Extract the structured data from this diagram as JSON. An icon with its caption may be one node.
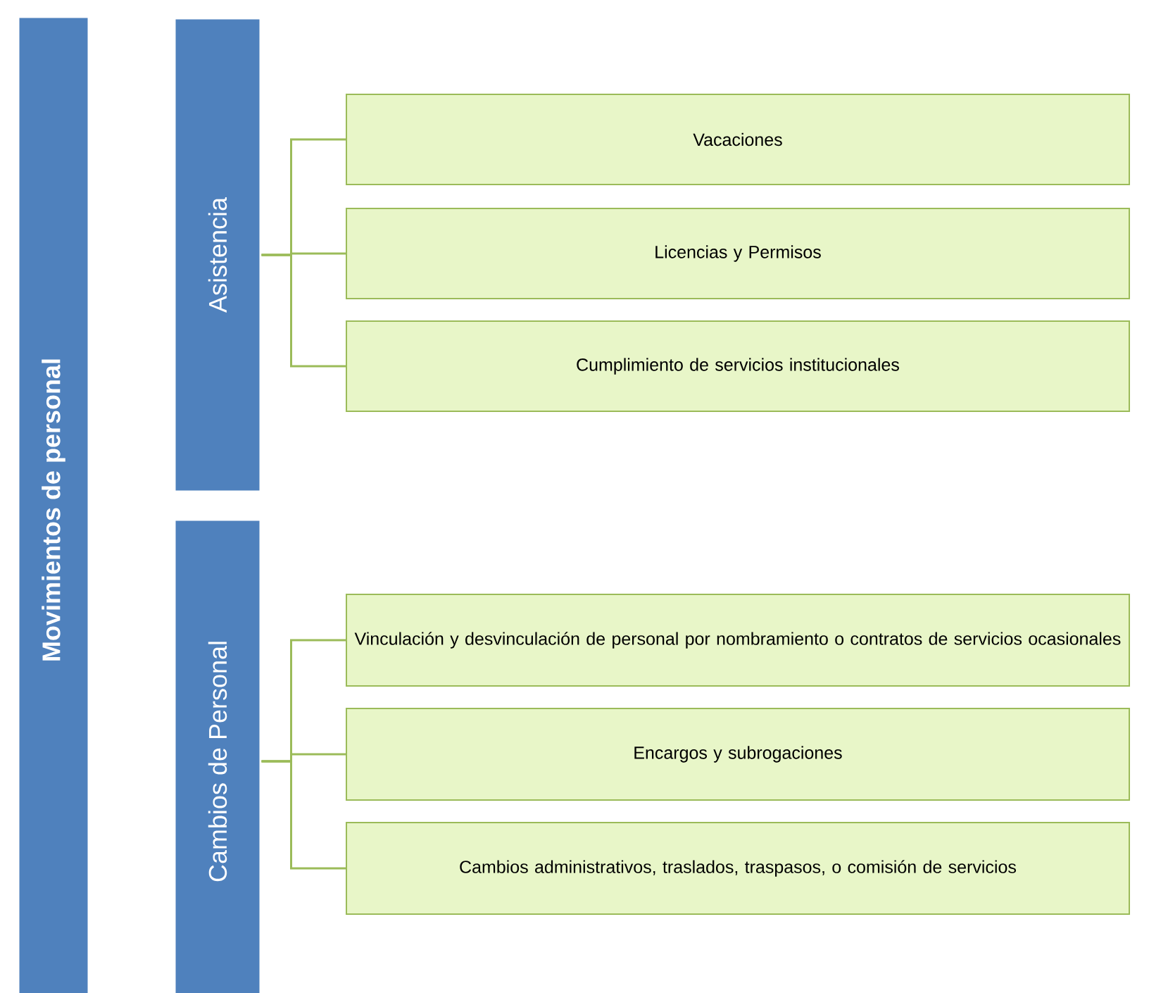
{
  "diagram": {
    "nodes": [
      {
        "text": [
          "Movimientos de personal"
        ]
      },
      {
        "text": [
          "Asistencia"
        ]
      },
      {
        "text": [
          "Vacaciones"
        ]
      },
      {
        "text": [
          "Licencias y Permisos"
        ]
      },
      {
        "text": [
          "Cumplimiento de servicios institucionales"
        ]
      },
      {
        "text": [
          "Cambios de Personal"
        ]
      },
      {
        "text": [
          "Vinculación y desvinculación de personal por nombramiento o contratos de servicios ocasionales"
        ]
      },
      {
        "text": [
          "Encargos y subrogaciones"
        ]
      },
      {
        "text": [
          "Cambios administrativos, traslados, traspasos, o comisión de servicios"
        ]
      }
    ],
    "edges": [
      {
        "from": 1,
        "to": 2,
        "arrow": "none"
      },
      {
        "from": 1,
        "to": 3,
        "arrow": "none"
      },
      {
        "from": 1,
        "to": 4,
        "arrow": "none"
      },
      {
        "from": 5,
        "to": 6,
        "arrow": "none"
      },
      {
        "from": 5,
        "to": 7,
        "arrow": "none"
      },
      {
        "from": 5,
        "to": 8,
        "arrow": "none"
      }
    ]
  }
}
